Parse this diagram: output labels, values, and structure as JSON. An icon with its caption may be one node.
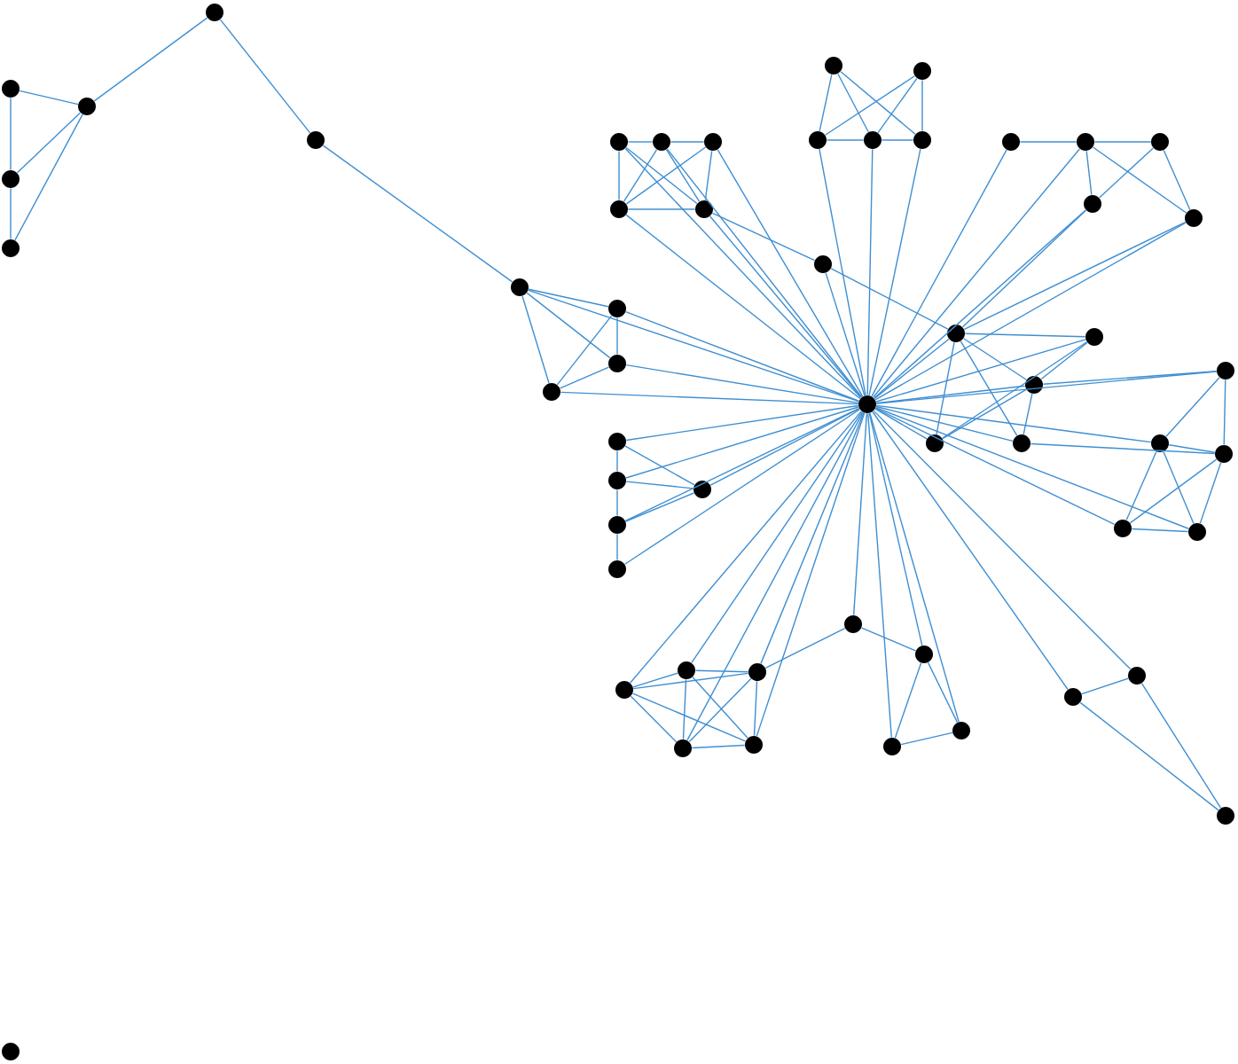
{
  "diagram": {
    "nodes": [
      {
        "text": [],
        "shape": "circle"
      },
      {
        "text": [],
        "shape": "circle"
      },
      {
        "text": [],
        "shape": "circle"
      },
      {
        "text": [],
        "shape": "circle"
      },
      {
        "text": [],
        "shape": "circle"
      },
      {
        "text": [],
        "shape": "circle"
      },
      {
        "text": [],
        "shape": "circle"
      },
      {
        "text": [],
        "shape": "circle"
      },
      {
        "text": [],
        "shape": "circle"
      },
      {
        "text": [],
        "shape": "circle"
      },
      {
        "text": [],
        "shape": "circle"
      },
      {
        "text": [],
        "shape": "circle"
      },
      {
        "text": [],
        "shape": "circle"
      },
      {
        "text": [],
        "shape": "circle"
      },
      {
        "text": [],
        "shape": "circle"
      },
      {
        "text": [],
        "shape": "circle"
      },
      {
        "text": [],
        "shape": "circle"
      },
      {
        "text": [],
        "shape": "circle"
      },
      {
        "text": [],
        "shape": "circle"
      },
      {
        "text": [],
        "shape": "circle"
      },
      {
        "text": [],
        "shape": "circle"
      },
      {
        "text": [],
        "shape": "circle"
      },
      {
        "text": [],
        "shape": "circle"
      },
      {
        "text": [],
        "shape": "circle"
      },
      {
        "text": [],
        "shape": "circle"
      },
      {
        "text": [],
        "shape": "circle"
      },
      {
        "text": [],
        "shape": "circle"
      },
      {
        "text": [],
        "shape": "circle"
      },
      {
        "text": [],
        "shape": "circle"
      },
      {
        "text": [],
        "shape": "circle"
      },
      {
        "text": [],
        "shape": "circle"
      },
      {
        "text": [],
        "shape": "circle"
      },
      {
        "text": [],
        "shape": "circle"
      },
      {
        "text": [],
        "shape": "circle"
      },
      {
        "text": [],
        "shape": "circle"
      },
      {
        "text": [],
        "shape": "circle"
      },
      {
        "text": [],
        "shape": "circle"
      },
      {
        "text": [],
        "shape": "circle"
      },
      {
        "text": [],
        "shape": "circle"
      },
      {
        "text": [],
        "shape": "circle"
      },
      {
        "text": [],
        "shape": "circle"
      },
      {
        "text": [],
        "shape": "circle"
      },
      {
        "text": [],
        "shape": "circle"
      },
      {
        "text": [],
        "shape": "circle"
      },
      {
        "text": [],
        "shape": "circle"
      },
      {
        "text": [],
        "shape": "circle"
      },
      {
        "text": [],
        "shape": "circle"
      },
      {
        "text": [],
        "shape": "circle"
      },
      {
        "text": [],
        "shape": "circle"
      },
      {
        "text": [],
        "shape": "circle"
      },
      {
        "text": [],
        "shape": "circle"
      },
      {
        "text": [],
        "shape": "circle"
      },
      {
        "text": [],
        "shape": "circle"
      },
      {
        "text": [],
        "shape": "circle"
      },
      {
        "text": [],
        "shape": "circle"
      }
    ],
    "edges": [
      {
        "from": 0,
        "to": 1,
        "arrow": "none"
      },
      {
        "from": 0,
        "to": 2,
        "arrow": "none"
      },
      {
        "from": 2,
        "to": 3,
        "arrow": "none"
      },
      {
        "from": 1,
        "to": 2,
        "arrow": "none"
      },
      {
        "from": 1,
        "to": 3,
        "arrow": "none"
      },
      {
        "from": 1,
        "to": 4,
        "arrow": "none"
      },
      {
        "from": 4,
        "to": 5,
        "arrow": "none"
      },
      {
        "from": 5,
        "to": 6,
        "arrow": "none"
      },
      {
        "from": 6,
        "to": 7,
        "arrow": "none"
      },
      {
        "from": 6,
        "to": 8,
        "arrow": "none"
      },
      {
        "from": 6,
        "to": 9,
        "arrow": "none"
      },
      {
        "from": 7,
        "to": 8,
        "arrow": "none"
      },
      {
        "from": 7,
        "to": 9,
        "arrow": "none"
      },
      {
        "from": 8,
        "to": 9,
        "arrow": "none"
      },
      {
        "from": 6,
        "to": 10,
        "arrow": "none"
      },
      {
        "from": 7,
        "to": 10,
        "arrow": "none"
      },
      {
        "from": 8,
        "to": 10,
        "arrow": "none"
      },
      {
        "from": 9,
        "to": 10,
        "arrow": "none"
      },
      {
        "from": 11,
        "to": 10,
        "arrow": "none"
      },
      {
        "from": 12,
        "to": 10,
        "arrow": "none"
      },
      {
        "from": 13,
        "to": 10,
        "arrow": "none"
      },
      {
        "from": 14,
        "to": 10,
        "arrow": "none"
      },
      {
        "from": 15,
        "to": 10,
        "arrow": "none"
      },
      {
        "from": 16,
        "to": 10,
        "arrow": "none"
      },
      {
        "from": 19,
        "to": 10,
        "arrow": "none"
      },
      {
        "from": 20,
        "to": 10,
        "arrow": "none"
      },
      {
        "from": 21,
        "to": 10,
        "arrow": "none"
      },
      {
        "from": 22,
        "to": 10,
        "arrow": "none"
      },
      {
        "from": 23,
        "to": 10,
        "arrow": "none"
      },
      {
        "from": 25,
        "to": 10,
        "arrow": "none"
      },
      {
        "from": 26,
        "to": 10,
        "arrow": "none"
      },
      {
        "from": 27,
        "to": 10,
        "arrow": "none"
      },
      {
        "from": 28,
        "to": 10,
        "arrow": "none"
      },
      {
        "from": 29,
        "to": 10,
        "arrow": "none"
      },
      {
        "from": 30,
        "to": 10,
        "arrow": "none"
      },
      {
        "from": 31,
        "to": 10,
        "arrow": "none"
      },
      {
        "from": 32,
        "to": 10,
        "arrow": "none"
      },
      {
        "from": 33,
        "to": 10,
        "arrow": "none"
      },
      {
        "from": 35,
        "to": 10,
        "arrow": "none"
      },
      {
        "from": 36,
        "to": 10,
        "arrow": "none"
      },
      {
        "from": 37,
        "to": 10,
        "arrow": "none"
      },
      {
        "from": 38,
        "to": 10,
        "arrow": "none"
      },
      {
        "from": 39,
        "to": 10,
        "arrow": "none"
      },
      {
        "from": 40,
        "to": 10,
        "arrow": "none"
      },
      {
        "from": 41,
        "to": 10,
        "arrow": "none"
      },
      {
        "from": 42,
        "to": 10,
        "arrow": "none"
      },
      {
        "from": 43,
        "to": 10,
        "arrow": "none"
      },
      {
        "from": 44,
        "to": 10,
        "arrow": "none"
      },
      {
        "from": 45,
        "to": 10,
        "arrow": "none"
      },
      {
        "from": 46,
        "to": 10,
        "arrow": "none"
      },
      {
        "from": 47,
        "to": 10,
        "arrow": "none"
      },
      {
        "from": 48,
        "to": 10,
        "arrow": "none"
      },
      {
        "from": 49,
        "to": 10,
        "arrow": "none"
      },
      {
        "from": 50,
        "to": 10,
        "arrow": "none"
      },
      {
        "from": 51,
        "to": 10,
        "arrow": "none"
      },
      {
        "from": 52,
        "to": 10,
        "arrow": "none"
      },
      {
        "from": 11,
        "to": 12,
        "arrow": "none"
      },
      {
        "from": 12,
        "to": 13,
        "arrow": "none"
      },
      {
        "from": 11,
        "to": 14,
        "arrow": "none"
      },
      {
        "from": 14,
        "to": 15,
        "arrow": "none"
      },
      {
        "from": 13,
        "to": 15,
        "arrow": "none"
      },
      {
        "from": 11,
        "to": 15,
        "arrow": "none"
      },
      {
        "from": 12,
        "to": 14,
        "arrow": "none"
      },
      {
        "from": 12,
        "to": 15,
        "arrow": "none"
      },
      {
        "from": 13,
        "to": 14,
        "arrow": "none"
      },
      {
        "from": 15,
        "to": 16,
        "arrow": "none"
      },
      {
        "from": 16,
        "to": 27,
        "arrow": "none"
      },
      {
        "from": 17,
        "to": 19,
        "arrow": "none"
      },
      {
        "from": 17,
        "to": 20,
        "arrow": "none"
      },
      {
        "from": 17,
        "to": 21,
        "arrow": "none"
      },
      {
        "from": 18,
        "to": 19,
        "arrow": "none"
      },
      {
        "from": 18,
        "to": 20,
        "arrow": "none"
      },
      {
        "from": 18,
        "to": 21,
        "arrow": "none"
      },
      {
        "from": 19,
        "to": 20,
        "arrow": "none"
      },
      {
        "from": 20,
        "to": 21,
        "arrow": "none"
      },
      {
        "from": 22,
        "to": 23,
        "arrow": "none"
      },
      {
        "from": 23,
        "to": 24,
        "arrow": "none"
      },
      {
        "from": 23,
        "to": 25,
        "arrow": "none"
      },
      {
        "from": 23,
        "to": 26,
        "arrow": "none"
      },
      {
        "from": 24,
        "to": 25,
        "arrow": "none"
      },
      {
        "from": 24,
        "to": 26,
        "arrow": "none"
      },
      {
        "from": 25,
        "to": 27,
        "arrow": "none"
      },
      {
        "from": 26,
        "to": 27,
        "arrow": "none"
      },
      {
        "from": 27,
        "to": 28,
        "arrow": "none"
      },
      {
        "from": 27,
        "to": 29,
        "arrow": "none"
      },
      {
        "from": 27,
        "to": 30,
        "arrow": "none"
      },
      {
        "from": 27,
        "to": 31,
        "arrow": "none"
      },
      {
        "from": 28,
        "to": 29,
        "arrow": "none"
      },
      {
        "from": 28,
        "to": 30,
        "arrow": "none"
      },
      {
        "from": 29,
        "to": 31,
        "arrow": "none"
      },
      {
        "from": 29,
        "to": 30,
        "arrow": "none"
      },
      {
        "from": 29,
        "to": 32,
        "arrow": "none"
      },
      {
        "from": 32,
        "to": 33,
        "arrow": "none"
      },
      {
        "from": 32,
        "to": 34,
        "arrow": "none"
      },
      {
        "from": 33,
        "to": 34,
        "arrow": "none"
      },
      {
        "from": 33,
        "to": 35,
        "arrow": "none"
      },
      {
        "from": 33,
        "to": 36,
        "arrow": "none"
      },
      {
        "from": 34,
        "to": 35,
        "arrow": "none"
      },
      {
        "from": 34,
        "to": 36,
        "arrow": "none"
      },
      {
        "from": 35,
        "to": 36,
        "arrow": "none"
      },
      {
        "from": 31,
        "to": 34,
        "arrow": "none"
      },
      {
        "from": 37,
        "to": 38,
        "arrow": "none"
      },
      {
        "from": 38,
        "to": 40,
        "arrow": "none"
      },
      {
        "from": 40,
        "to": 41,
        "arrow": "none"
      },
      {
        "from": 37,
        "to": 39,
        "arrow": "none"
      },
      {
        "from": 38,
        "to": 39,
        "arrow": "none"
      },
      {
        "from": 40,
        "to": 39,
        "arrow": "none"
      },
      {
        "from": 42,
        "to": 43,
        "arrow": "none"
      },
      {
        "from": 42,
        "to": 44,
        "arrow": "none"
      },
      {
        "from": 42,
        "to": 45,
        "arrow": "none"
      },
      {
        "from": 42,
        "to": 46,
        "arrow": "none"
      },
      {
        "from": 43,
        "to": 44,
        "arrow": "none"
      },
      {
        "from": 43,
        "to": 45,
        "arrow": "none"
      },
      {
        "from": 43,
        "to": 46,
        "arrow": "none"
      },
      {
        "from": 44,
        "to": 45,
        "arrow": "none"
      },
      {
        "from": 44,
        "to": 46,
        "arrow": "none"
      },
      {
        "from": 45,
        "to": 46,
        "arrow": "none"
      },
      {
        "from": 44,
        "to": 47,
        "arrow": "none"
      },
      {
        "from": 47,
        "to": 48,
        "arrow": "none"
      },
      {
        "from": 48,
        "to": 49,
        "arrow": "none"
      },
      {
        "from": 48,
        "to": 50,
        "arrow": "none"
      },
      {
        "from": 49,
        "to": 50,
        "arrow": "none"
      },
      {
        "from": 51,
        "to": 52,
        "arrow": "none"
      },
      {
        "from": 51,
        "to": 53,
        "arrow": "none"
      },
      {
        "from": 52,
        "to": 53,
        "arrow": "none"
      }
    ]
  }
}
